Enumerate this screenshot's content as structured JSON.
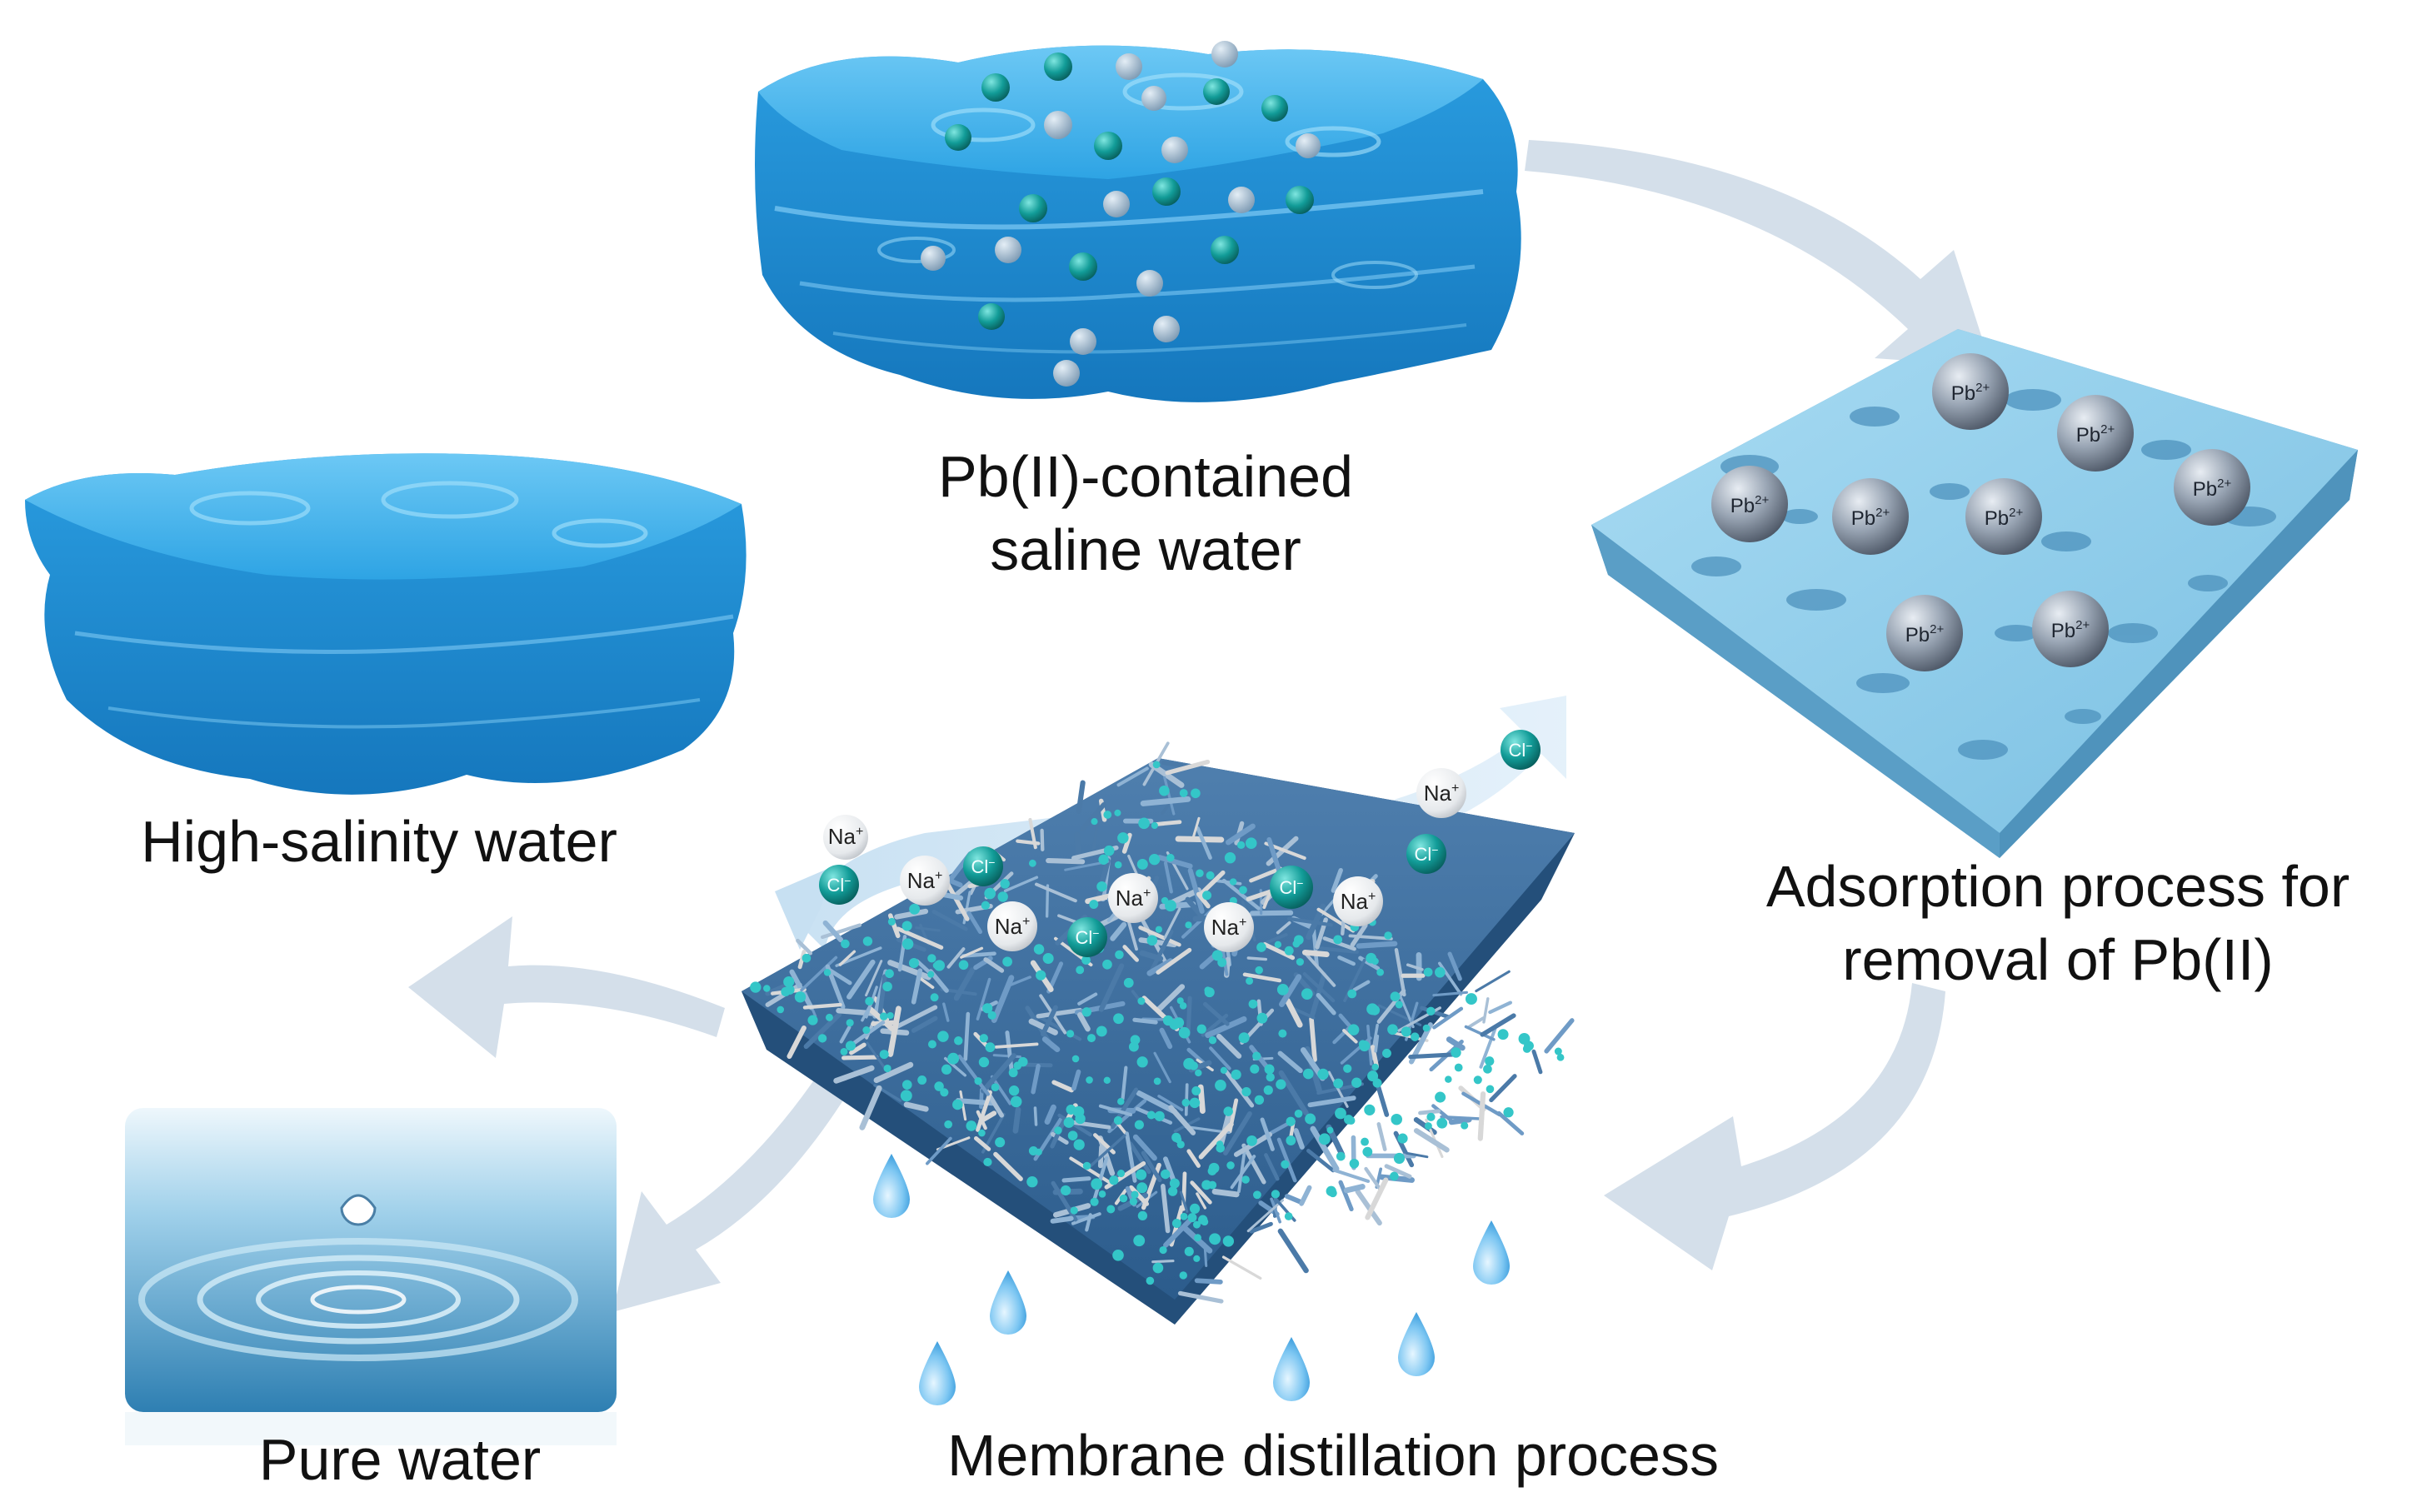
{
  "labels": {
    "pb_water_line1": "Pb(II)-contained",
    "pb_water_line2": "saline water",
    "high_salinity": "High-salinity water",
    "adsorption_line1": "Adsorption process for",
    "adsorption_line2": "removal of Pb(II)",
    "pure_water": "Pure water",
    "md_process": "Membrane distillation process"
  },
  "ions": {
    "pb": "Pb",
    "pb_charge": "2+",
    "na": "Na",
    "na_charge": "+",
    "cl": "Cl",
    "cl_charge": "−"
  },
  "colors": {
    "water_blue": "#2fa6e6",
    "water_dark": "#1b7fc4",
    "adsorbent_blue": "#8ccbe8",
    "arrow_gray": "#cfdbe8",
    "ion_teal": "#129c98",
    "pb_sphere": "#8a96a6",
    "membrane_fiber": "#3e6e9e",
    "membrane_dot": "#34c6c8",
    "droplet": "#3ba4e4"
  }
}
